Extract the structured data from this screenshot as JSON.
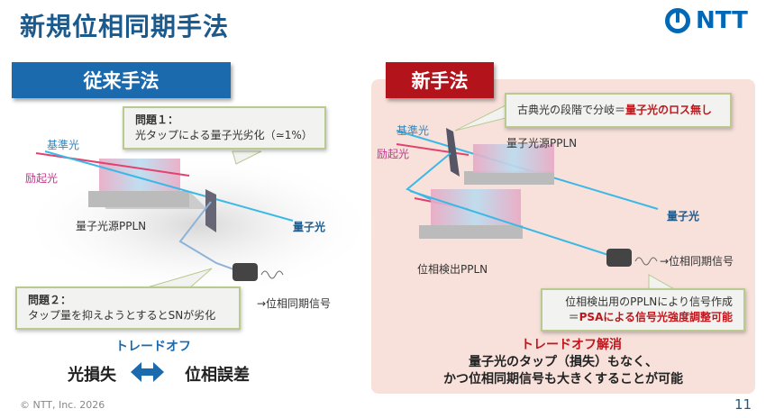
{
  "title": "新規位相同期手法",
  "logo": "NTT",
  "left": {
    "header": "従来手法",
    "callout1": {
      "title": "問題１：",
      "text": "光タップによる量子光劣化（≃1%）"
    },
    "callout2": {
      "title": "問題２：",
      "text": "タップ量を抑えようとするとSNが劣化"
    },
    "labels": {
      "reference": "基準光",
      "pump": "励起光",
      "source": "量子光源PPLN",
      "quantum": "量子光",
      "signal": "→位相同期信号"
    },
    "tradeoff": "トレードオフ",
    "loss": "光損失",
    "phase_error": "位相誤差"
  },
  "right": {
    "header": "新手法",
    "callout1": {
      "text": "古典光の段階で分岐＝",
      "highlight": "量子光のロス無し"
    },
    "labels": {
      "reference": "基準光",
      "pump": "励起光",
      "source": "量子光源PPLN",
      "quantum": "量子光",
      "detector": "位相検出PPLN",
      "signal": "→位相同期信号"
    },
    "callout2": {
      "line1": "位相検出用のPPLNにより信号作成",
      "line2_prefix": "＝",
      "line2_highlight": "PSAによる信号光強度調整可能"
    },
    "resolved": "トレードオフ解消",
    "summary1": "量子光のタップ（損失）もなく、",
    "summary2": "かつ位相同期信号も大きくすることが可能"
  },
  "footer": {
    "copyright": "© NTT, Inc.  2026",
    "page": "11"
  }
}
